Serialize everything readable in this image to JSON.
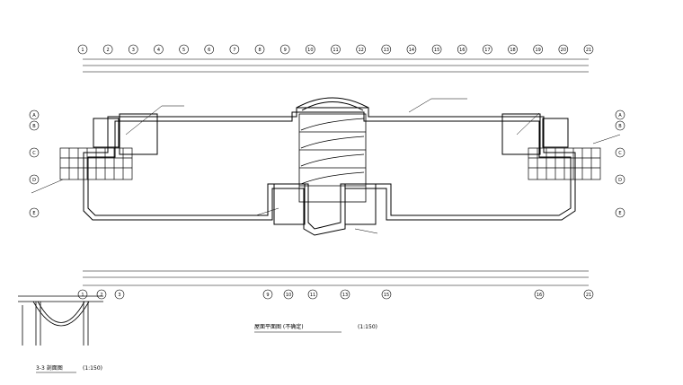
{
  "drawing": {
    "main_title": "屋面平面图 (不确定)",
    "main_scale": "(1:150)",
    "section_title": "3-3 剖面图",
    "section_scale": "(1:150)"
  },
  "grid_bubbles": {
    "top": [
      "1",
      "2",
      "3",
      "4",
      "5",
      "6",
      "7",
      "8",
      "9",
      "10",
      "11",
      "12",
      "13",
      "14",
      "15",
      "16",
      "17",
      "18",
      "19",
      "20",
      "21"
    ],
    "bottom": [
      "1",
      "2",
      "3",
      "9",
      "10",
      "11",
      "13",
      "15",
      "16",
      "21"
    ],
    "left": [
      "A",
      "B",
      "C",
      "D",
      "E"
    ],
    "right": [
      "A",
      "B",
      "C",
      "D",
      "E"
    ]
  },
  "colors": {
    "line": "#000000",
    "paper": "#ffffff"
  }
}
